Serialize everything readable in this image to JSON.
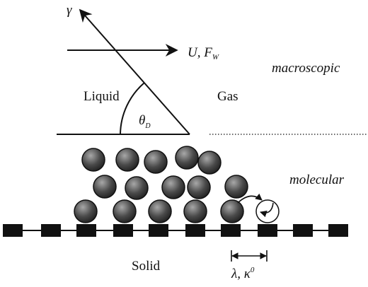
{
  "labels": {
    "gamma": "γ",
    "velocity_force": "U, F",
    "velocity_force_sub": "W",
    "liquid": "Liquid",
    "gas": "Gas",
    "macroscopic": "macroscopic",
    "molecular": "molecular",
    "theta": "θ",
    "theta_sub": "D",
    "solid": "Solid",
    "lambda_kappa": "λ, κ",
    "kappa_sup": "0"
  },
  "colors": {
    "ink": "#111111",
    "molecule_dark": "#2b2b2b",
    "molecule_light": "#9a9a9a",
    "background": "#ffffff"
  }
}
